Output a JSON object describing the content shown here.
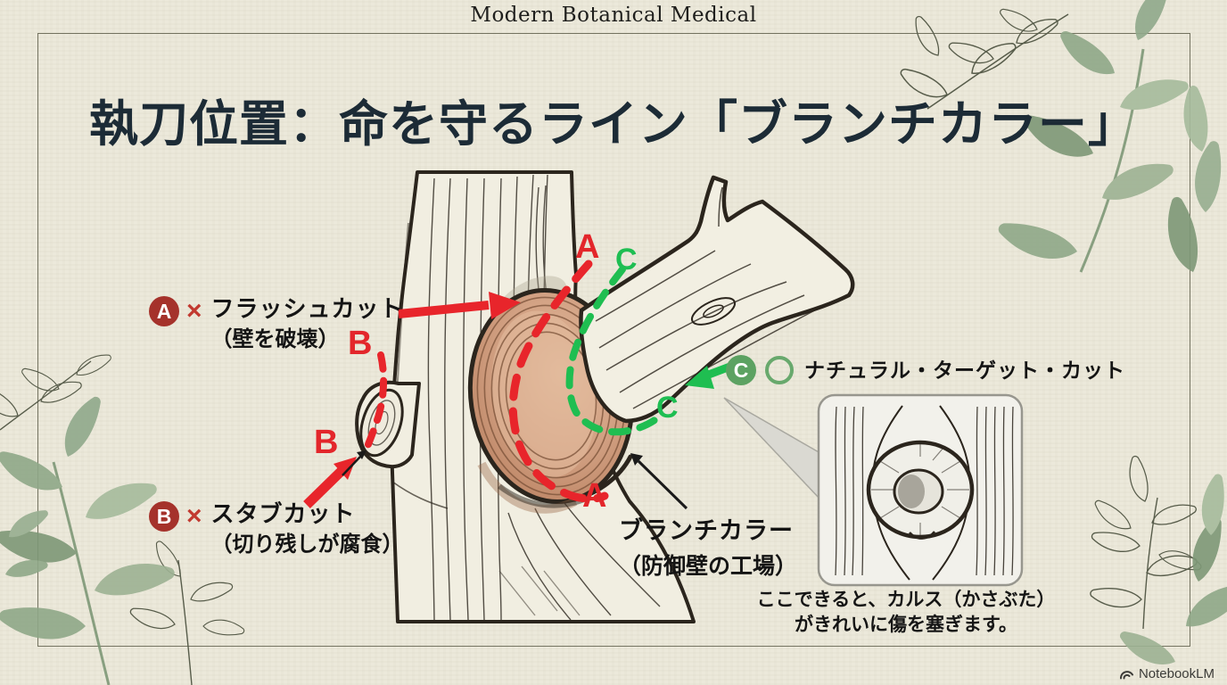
{
  "header": {
    "title": "Modern Botanical Medical"
  },
  "title": "執刀位置：命を守るライン「ブランチカラー」",
  "labels": {
    "a": {
      "badge": "A",
      "mark": "×",
      "name": "フラッシュカット",
      "note": "（壁を破壊）"
    },
    "b": {
      "badge": "B",
      "mark": "×",
      "name": "スタブカット",
      "note": "（切り残しが腐食）"
    },
    "c": {
      "badge": "C",
      "mark_icon": "ok-circle-icon",
      "name": "ナチュラル・ターゲット・カット"
    },
    "collar": {
      "name": "ブランチカラー",
      "note": "（防御壁の工場）"
    }
  },
  "cut_lines": {
    "a_top": "A",
    "a_bottom": "A",
    "b_top": "B",
    "b_bottom": "B",
    "c_top": "C",
    "c_bottom": "C"
  },
  "inset": {
    "caption_line1": "ここできると、カルス（かさぶた）",
    "caption_line2": "がきれいに傷を塞ぎます。"
  },
  "footer": {
    "brand": "NotebookLM"
  },
  "colors": {
    "background": "#ECE9DB",
    "frame": "#73725F",
    "title_text": "#1C2B36",
    "accent_red": "#E3262B",
    "badge_red": "#A5322B",
    "accent_green": "#1EBE52",
    "badge_green": "#5CA262",
    "collar_brown": "#C48F72",
    "ink": "#2B251D"
  }
}
